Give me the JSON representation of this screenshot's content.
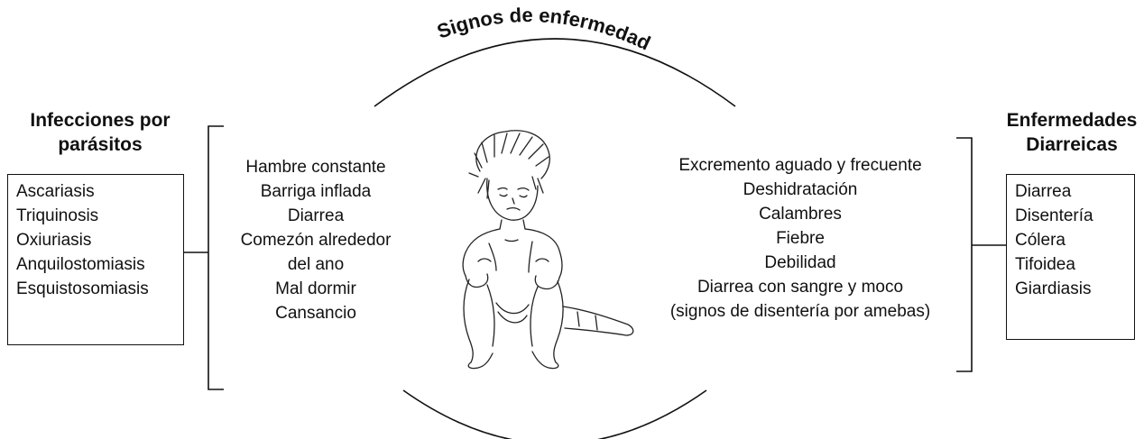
{
  "title": "Signos de enfermedad",
  "left": {
    "heading_line1": "Infecciones por",
    "heading_line2": "parásitos",
    "diseases": [
      "Ascariasis",
      "Triquinosis",
      "Oxiuriasis",
      "Anquilostomiasis",
      "Esquistosomiasis"
    ],
    "signs": [
      "Hambre constante",
      "Barriga inflada",
      "Diarrea",
      "Comezón alrededor",
      "del ano",
      "Mal dormir",
      "Cansancio"
    ]
  },
  "right": {
    "heading_line1": "Enfermedades",
    "heading_line2": "Diarreicas",
    "diseases": [
      "Diarrea",
      "Disentería",
      "Cólera",
      "Tifoidea",
      "Giardiasis"
    ],
    "signs": [
      "Excremento aguado y frecuente",
      "Deshidratación",
      "Calambres",
      "Fiebre",
      "Debilidad",
      "Diarrea con sangre y moco",
      "(signos de disentería por amebas)"
    ]
  },
  "illustration": "sick-child-sitting"
}
